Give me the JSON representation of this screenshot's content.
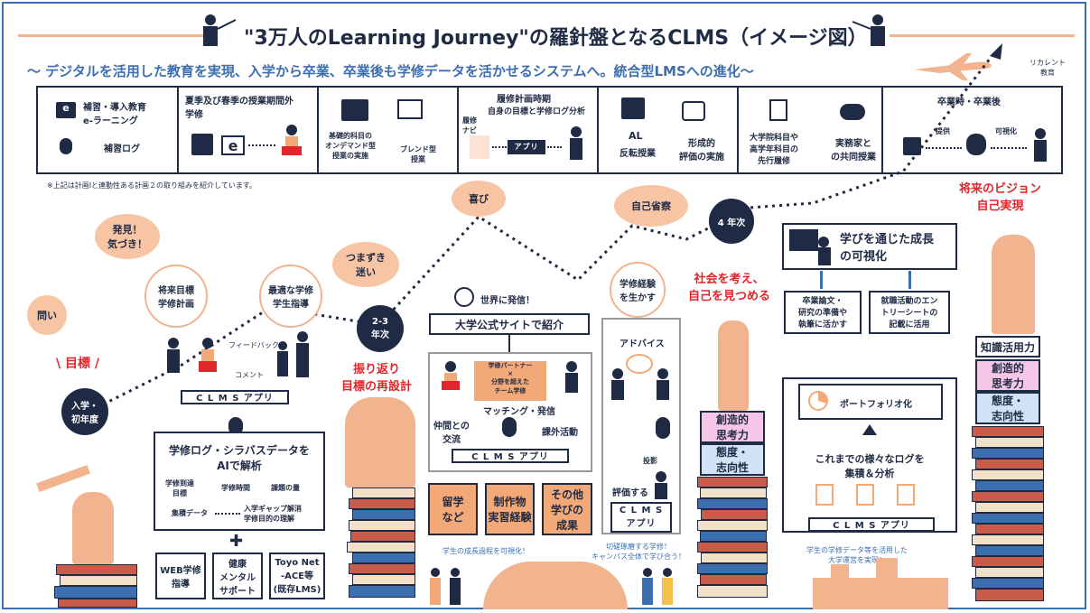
{
  "header": {
    "title": "\"3万人のLearning Journey\"の羅針盤となるCLMS（イメージ図）",
    "subtitle": "～ デジタルを活用した教育を実現、入学から卒業、卒業後も学修データを活かせるシステムへ。統合型LMSへの進化～",
    "recurrent": "リカレント\n教育"
  },
  "band": {
    "cell1": {
      "label1": "補習・導入教育\ne-ラーニング",
      "label2": "補習ログ"
    },
    "cell2": {
      "title": "夏季及び春季の授業期間外\n学修"
    },
    "cell3": {
      "label1": "基礎的科目の\nオンデマンド型\n授業の実施",
      "label2": "ブレンド型\n授業"
    },
    "cell4": {
      "title": "履修計画時期",
      "subtitle": "自身の目標と学修ログ分析",
      "navi": "履修\nナビ",
      "app": "アプリ"
    },
    "cell5": {
      "al": "AL",
      "label1": "反転授業",
      "label2": "形成的\n評価の実施"
    },
    "cell6": {
      "label1": "大学院科目や\n高学年科目の\n先行履修",
      "label2": "実務家と\nの共同授業"
    },
    "cell7": {
      "title": "卒業時・卒業後",
      "provide": "提供",
      "visualize": "可視化"
    },
    "footnote": "※上記は計画Ⅰと連動性ある計画２の取り組みを紹介しています。"
  },
  "journey": {
    "clouds": {
      "question": "問い",
      "discovery": "発見！\n気づき！",
      "stumble": "つまずき\n迷い",
      "joy": "喜び",
      "reflection": "自己省察"
    },
    "circles": {
      "future_goal": "将来目標\n学修計画",
      "guidance": "最適な学修\n学生指導",
      "experience": "学修経験\nを生かす"
    },
    "milestones": {
      "entry": "入学・\n初年度",
      "year23": "2-3\n年次",
      "year4": "4 年次"
    },
    "goal": "目標",
    "review": "振り返り\n目標の再設計",
    "society": "社会を考え、\n自己を見つめる",
    "vision": "将来のビジョン\n自己実現"
  },
  "section1": {
    "feedback": "フィードバック",
    "comment": "コメント",
    "clms_app": "C L M S アプリ",
    "ai_title": "学修ログ・シラバスデータを\nAIで解析",
    "metrics": [
      "学修到達\n目標",
      "学修時間",
      "課題の量"
    ],
    "accumulated": "集積データ",
    "gap": "入学ギャップ解消\n学修目的の理解",
    "plus": "✚",
    "services": [
      "WEB学修\n指導",
      "健康\nメンタル\nサポート",
      "Toyo Net\n-ACE等\n(既存LMS)"
    ]
  },
  "section2": {
    "global": "世界に発信！",
    "official_site": "大学公式サイトで紹介",
    "partner": "学修パートナー\n×\n分野を超えた\nチーム学修",
    "matching": "マッチング・発信",
    "peers": "仲間との\n交流",
    "extracurricular": "課外活動",
    "clms_app": "C L M S アプリ",
    "boxes": [
      "留学\nなど",
      "制作物\n実習経験",
      "その他\n学びの\n成果"
    ],
    "note1": "学生の成長過程を可視化！",
    "note2": "切磋琢磨する学修！\nキャンパス全体で学び合う！"
  },
  "section3": {
    "advice": "アドバイス",
    "shadow": "投影",
    "evaluate": "評価する",
    "clms_app": "C L M S\nアプリ"
  },
  "section4": {
    "growth_title": "学びを通じた成長\nの可視化",
    "thesis": "卒業論文・\n研究の準備や\n執筆に活かす",
    "job": "就職活動のエン\nトリーシートの\n記載に活用",
    "portfolio": "ポートフォリオ化",
    "logs": "これまでの様々なログを\n集積＆分析",
    "clms_app": "C L M S アプリ",
    "note": "学生の学修データ等を活用した\n大学運営を実現！"
  },
  "traits": {
    "middle": [
      "創造的\n思考力",
      "態度・\n志向性"
    ],
    "right": [
      "知識活用力",
      "創造的\n思考力",
      "態度・\n志向性"
    ]
  },
  "colors": {
    "navy": "#1f2a44",
    "peach": "#f2a877",
    "light_peach": "#f7c5a3",
    "blue": "#3b6fb0",
    "red": "#e0262b",
    "pink": "#f6c6e6",
    "light_blue": "#cfe3f5"
  }
}
